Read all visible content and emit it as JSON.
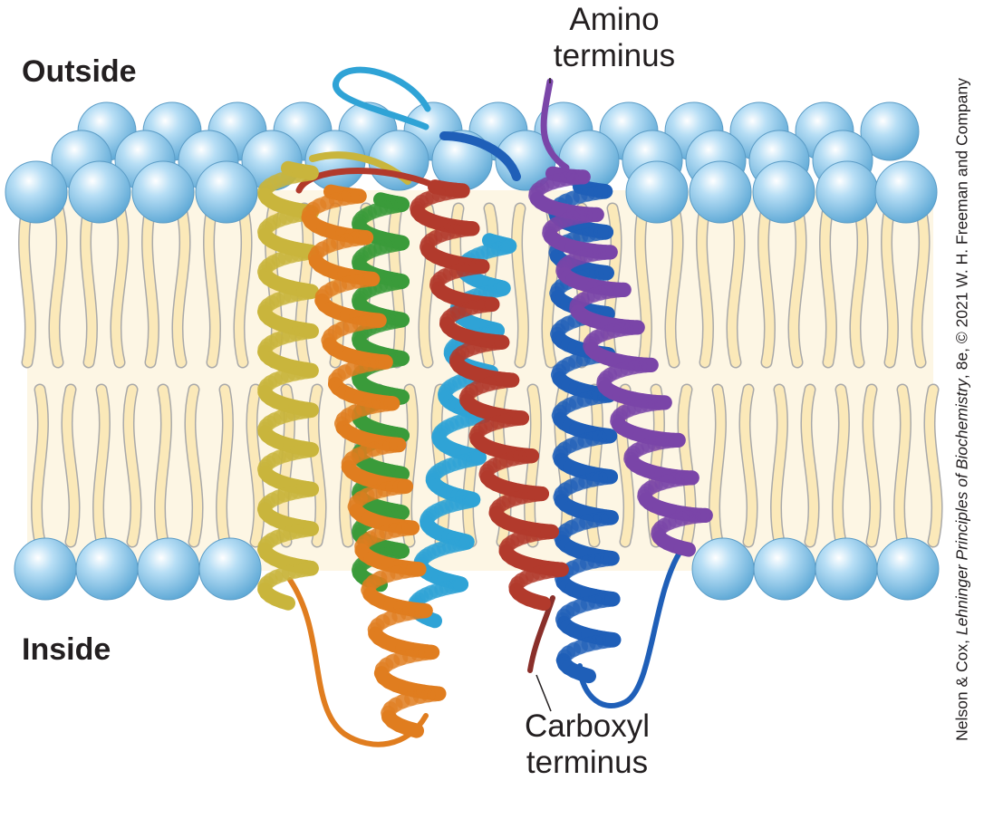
{
  "labels": {
    "outside": "Outside",
    "inside": "Inside",
    "amino_line1": "Amino",
    "amino_line2": "terminus",
    "carboxyl_line1": "Carboxyl",
    "carboxyl_line2": "terminus"
  },
  "credit": {
    "authors": "Nelson & Cox, ",
    "book": "Lehninger Principles of Biochemistry",
    "edition": ", 8e, © 2021 W. H. Freeman and Company"
  },
  "colors": {
    "head_group": "#8fc9ec",
    "tail": "#fbe9b9",
    "tail_outline": "#a9a9a9",
    "helix_yellow": "#c9b53c",
    "helix_orange": "#e07d1f",
    "helix_green": "#3a9b3a",
    "helix_red": "#b23a2c",
    "helix_cyan": "#2fa3d6",
    "helix_blue": "#1f5fb8",
    "helix_purple": "#7a45a8"
  }
}
